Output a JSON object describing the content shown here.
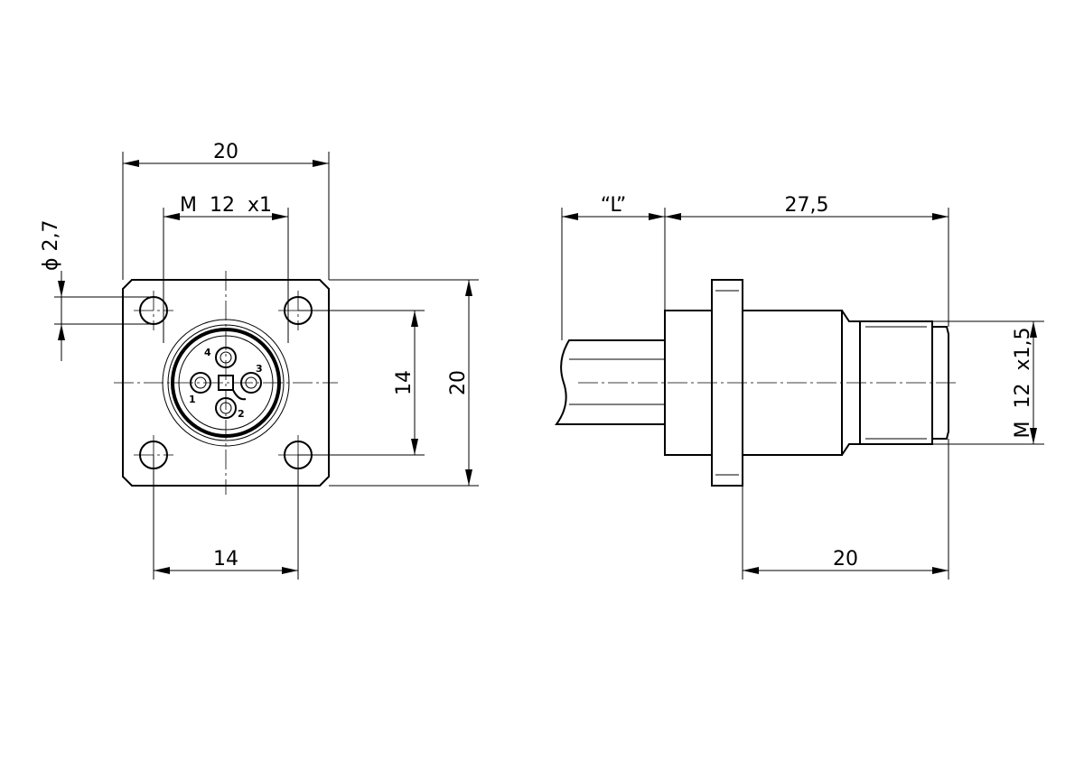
{
  "front_view": {
    "width_top": "20",
    "thread_front": "M  12  x1",
    "hole_diameter": "ϕ 2,7",
    "hole_spacing_vertical": "14",
    "height": "20",
    "hole_spacing_horizontal": "14",
    "pins": [
      "1",
      "2",
      "3",
      "4"
    ]
  },
  "side_view": {
    "cable_length": "“L”",
    "overall_length": "27,5",
    "thread_side": "M  12  x1,5",
    "flange_to_end": "20"
  }
}
